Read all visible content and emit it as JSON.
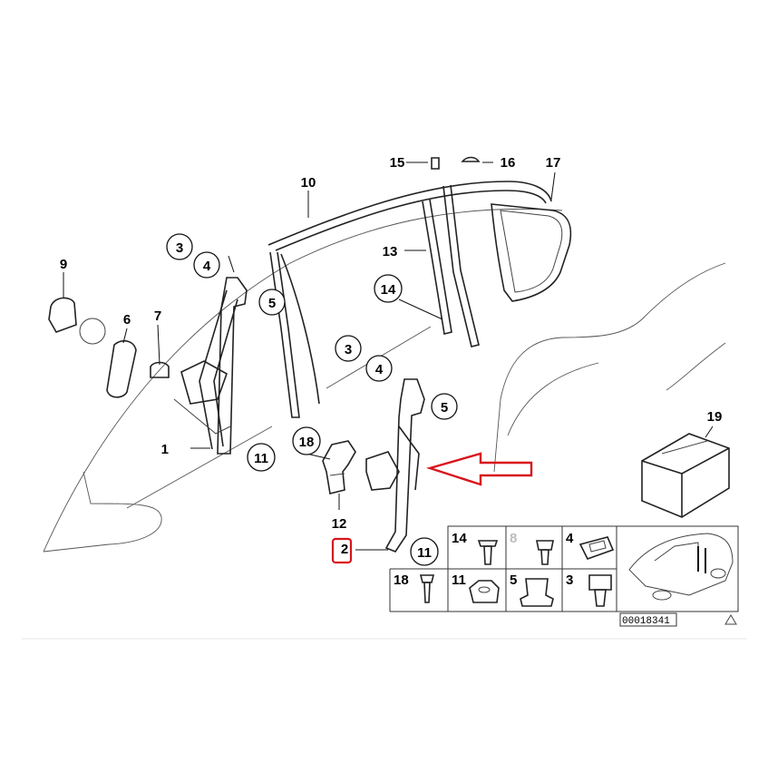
{
  "diagram": {
    "callouts": {
      "c1": "1",
      "c2": "2",
      "c3a": "3",
      "c3b": "3",
      "c4a": "4",
      "c4b": "4",
      "c5a": "5",
      "c5b": "5",
      "c6": "6",
      "c7": "7",
      "c9": "9",
      "c10": "10",
      "c11a": "11",
      "c11b": "11",
      "c12": "12",
      "c13": "13",
      "c14a": "14",
      "c15": "15",
      "c16": "16",
      "c17": "17",
      "c18": "18",
      "c19": "19"
    },
    "highlight_color": "#d8141c",
    "legend": {
      "cells": [
        "14",
        "8",
        "4",
        "18",
        "11",
        "5",
        "3"
      ],
      "greyed": "8"
    },
    "code": "00018341"
  }
}
